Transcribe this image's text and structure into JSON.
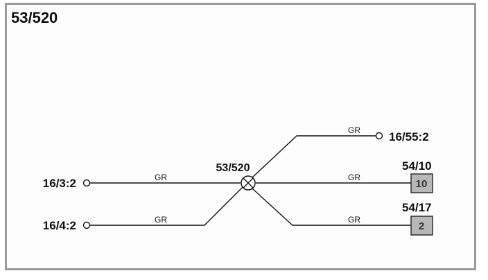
{
  "title": "53/520",
  "hub": {
    "label": "53/520"
  },
  "connectors": {
    "left_top": "16/3:2",
    "left_bottom": "16/4:2",
    "right_top": "16/55:2",
    "right_mid": "54/10",
    "right_bottom": "54/17"
  },
  "wire_colors": {
    "left_top": "GR",
    "left_bottom": "GR",
    "right_top": "GR",
    "right_mid": "GR",
    "right_bottom": "GR"
  },
  "pins": {
    "right_mid": "10",
    "right_bottom": "2"
  }
}
